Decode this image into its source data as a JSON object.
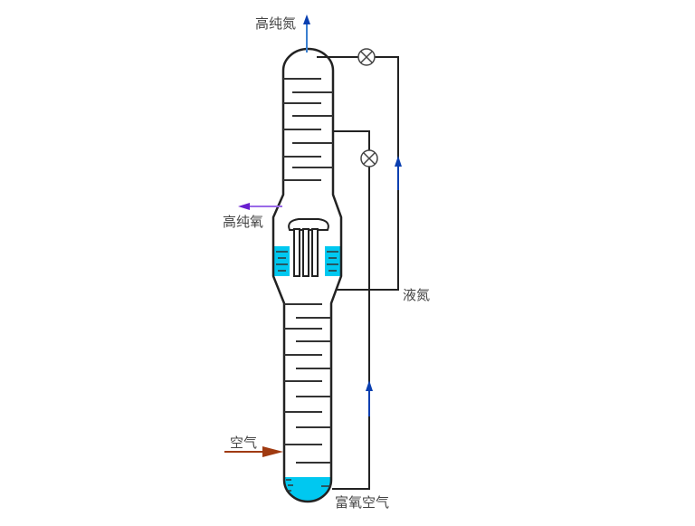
{
  "labels": {
    "top_product": "高纯氮",
    "side_product": "高纯氧",
    "liquid_nitrogen": "液氮",
    "air_inlet": "空气",
    "oxygen_rich_air": "富氧空气"
  },
  "colors": {
    "liquid": "#00c8f0",
    "flow_arrow": "#0a3fb0",
    "oxygen_arrow": "#6a1fd0",
    "air_arrow": "#a03a10",
    "line": "#222222"
  }
}
